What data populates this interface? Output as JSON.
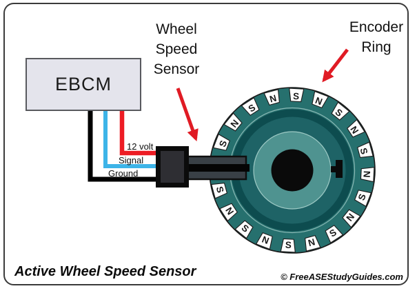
{
  "diagram": {
    "caption": "Active Wheel Speed Sensor",
    "copyright": "© FreeASEStudyGuides.com",
    "ebcm_label": "EBCM",
    "sensor_label_lines": [
      "Wheel",
      "Speed",
      "Sensor"
    ],
    "encoder_label_lines": [
      "Encoder",
      "Ring"
    ],
    "wires": {
      "power": "12 volt",
      "signal": "Signal",
      "ground": "Ground"
    }
  },
  "colors": {
    "wire_power_red": "#ed1c24",
    "wire_signal_blue": "#3db4e8",
    "wire_ground_black": "#000000",
    "arrow_red": "#e01b24",
    "ring_teal": "#26706e",
    "ring_dark_band": "#0d4c4f",
    "ring_mid_teal": "#1e6366",
    "ring_inner_teal": "#4f9390",
    "hub_black": "#0a0a0a",
    "ebcm_fill": "#e4e4ec",
    "sensor_body_gray": "#394046"
  },
  "encoder_ring": {
    "teeth_count": 20,
    "pole_letters": [
      "S",
      "N",
      "S",
      "N",
      "S",
      "N",
      "S",
      "N",
      "S",
      "N",
      "S",
      "N",
      "S",
      "N",
      "S",
      "N",
      "S",
      "N",
      "S",
      "N"
    ]
  }
}
